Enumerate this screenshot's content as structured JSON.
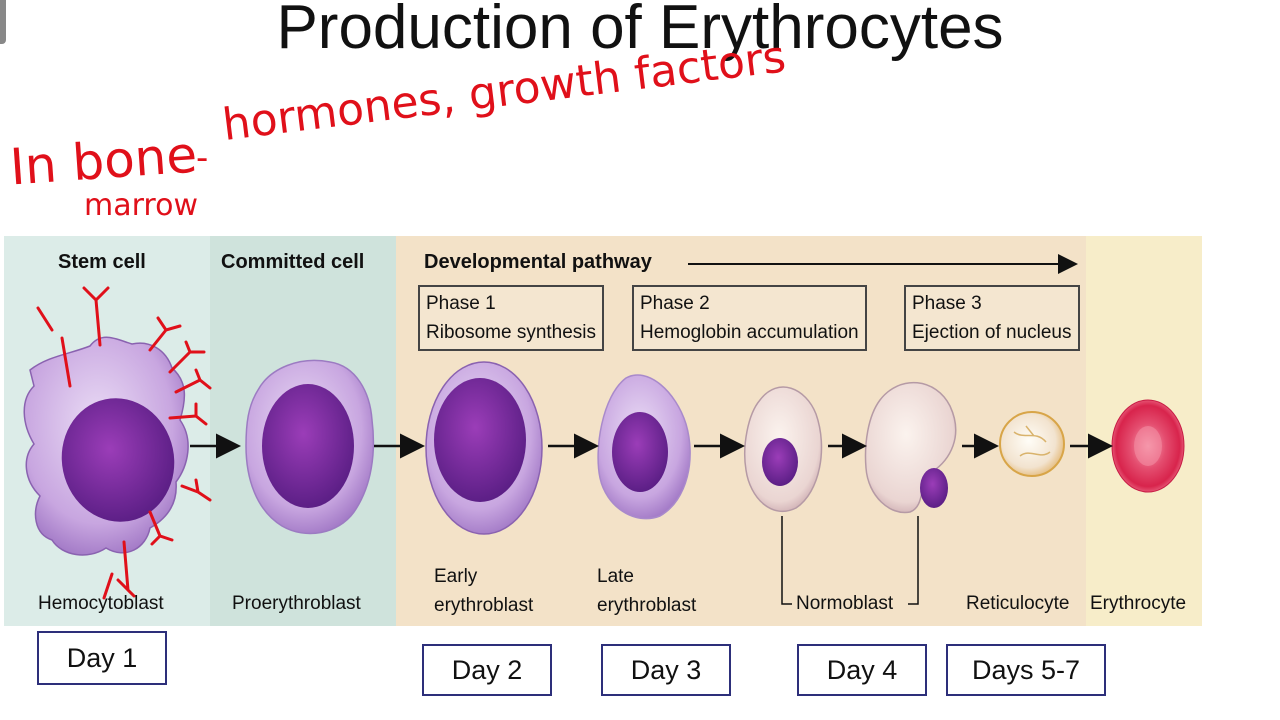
{
  "title": "Production of Erythrocytes",
  "annotations": {
    "line1": "In bone",
    "line2": "marrow",
    "dash": "-",
    "hormones": "hormones, growth factors"
  },
  "headers": {
    "stem": "Stem cell",
    "committed": "Committed cell",
    "pathway": "Developmental pathway"
  },
  "phases": [
    {
      "title": "Phase 1",
      "desc": "Ribosome synthesis"
    },
    {
      "title": "Phase 2",
      "desc": "Hemoglobin accumulation"
    },
    {
      "title": "Phase 3",
      "desc": "Ejection of nucleus"
    }
  ],
  "cells": {
    "hemocytoblast": "Hemocytoblast",
    "proerythroblast": "Proerythroblast",
    "early_1": "Early",
    "early_2": "erythroblast",
    "late_1": "Late",
    "late_2": "erythroblast",
    "normoblast": "Normoblast",
    "reticulocyte": "Reticulocyte",
    "erythrocyte": "Erythrocyte"
  },
  "days": [
    "Day 1",
    "Day 2",
    "Day 3",
    "Day 4",
    "Days 5-7"
  ],
  "colors": {
    "stem_bg": "#dcece8",
    "committed_bg": "#cfe3dc",
    "pathway_bg": "#f3e2c8",
    "erythro_bg": "#f7edc9",
    "annotation": "#e0101a",
    "day_border": "#2d2f7a"
  }
}
